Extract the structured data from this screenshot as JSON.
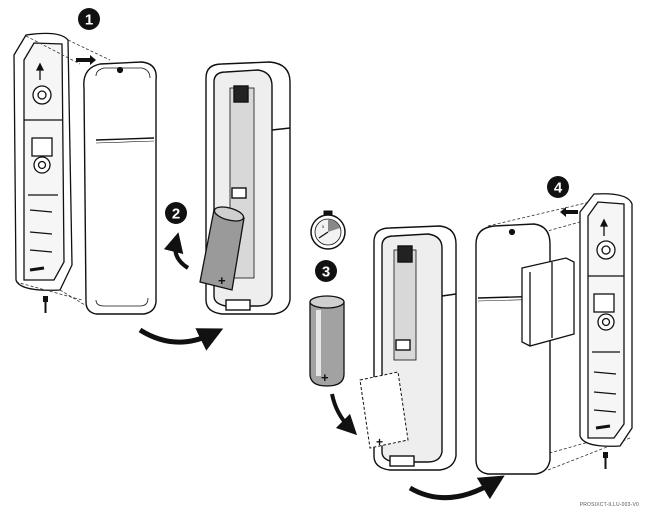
{
  "steps": [
    {
      "number": "1"
    },
    {
      "number": "2"
    },
    {
      "number": "3"
    },
    {
      "number": "4"
    }
  ],
  "battery_symbol": "+",
  "timer_label": "5",
  "reference_code": "PROSIXCT-ILLU-003-V0",
  "icons": {
    "step_markers": "numbered-circle",
    "arrows": "curved-arrow",
    "timer": "stopwatch-icon",
    "screw": "screw-icon"
  }
}
